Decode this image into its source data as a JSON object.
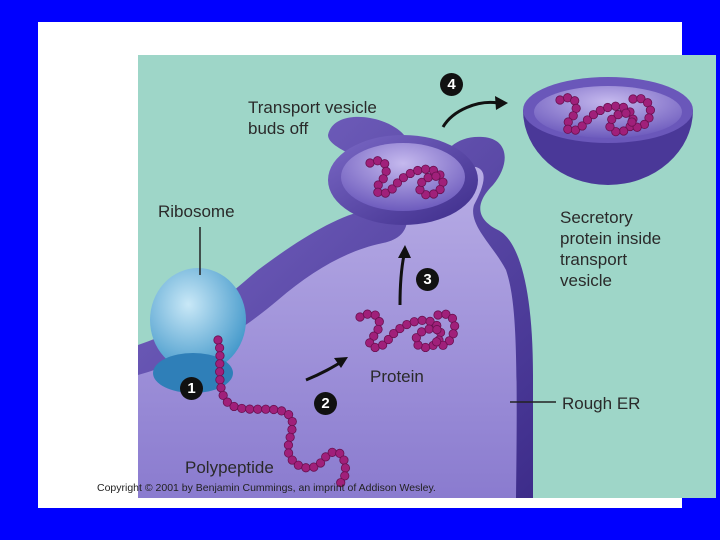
{
  "labels": {
    "transport_vesicle": "Transport vesicle\nbuds off",
    "ribosome": "Ribosome",
    "secretory_protein": "Secretory\nprotein inside\ntransport\nvesicle",
    "protein": "Protein",
    "rough_er": "Rough ER",
    "polypeptide": "Polypeptide"
  },
  "steps": [
    "1",
    "2",
    "3",
    "4"
  ],
  "copyright": "Copyright © 2001 by Benjamin Cummings, an imprint of Addison Wesley.",
  "colors": {
    "slide_border": "#0000ff",
    "background": "#9ed6c8",
    "membrane": "#5a46a8",
    "lumen": "#9a8cd6",
    "ribosome": "#5fb0dc",
    "polypeptide": "#a0207a"
  }
}
